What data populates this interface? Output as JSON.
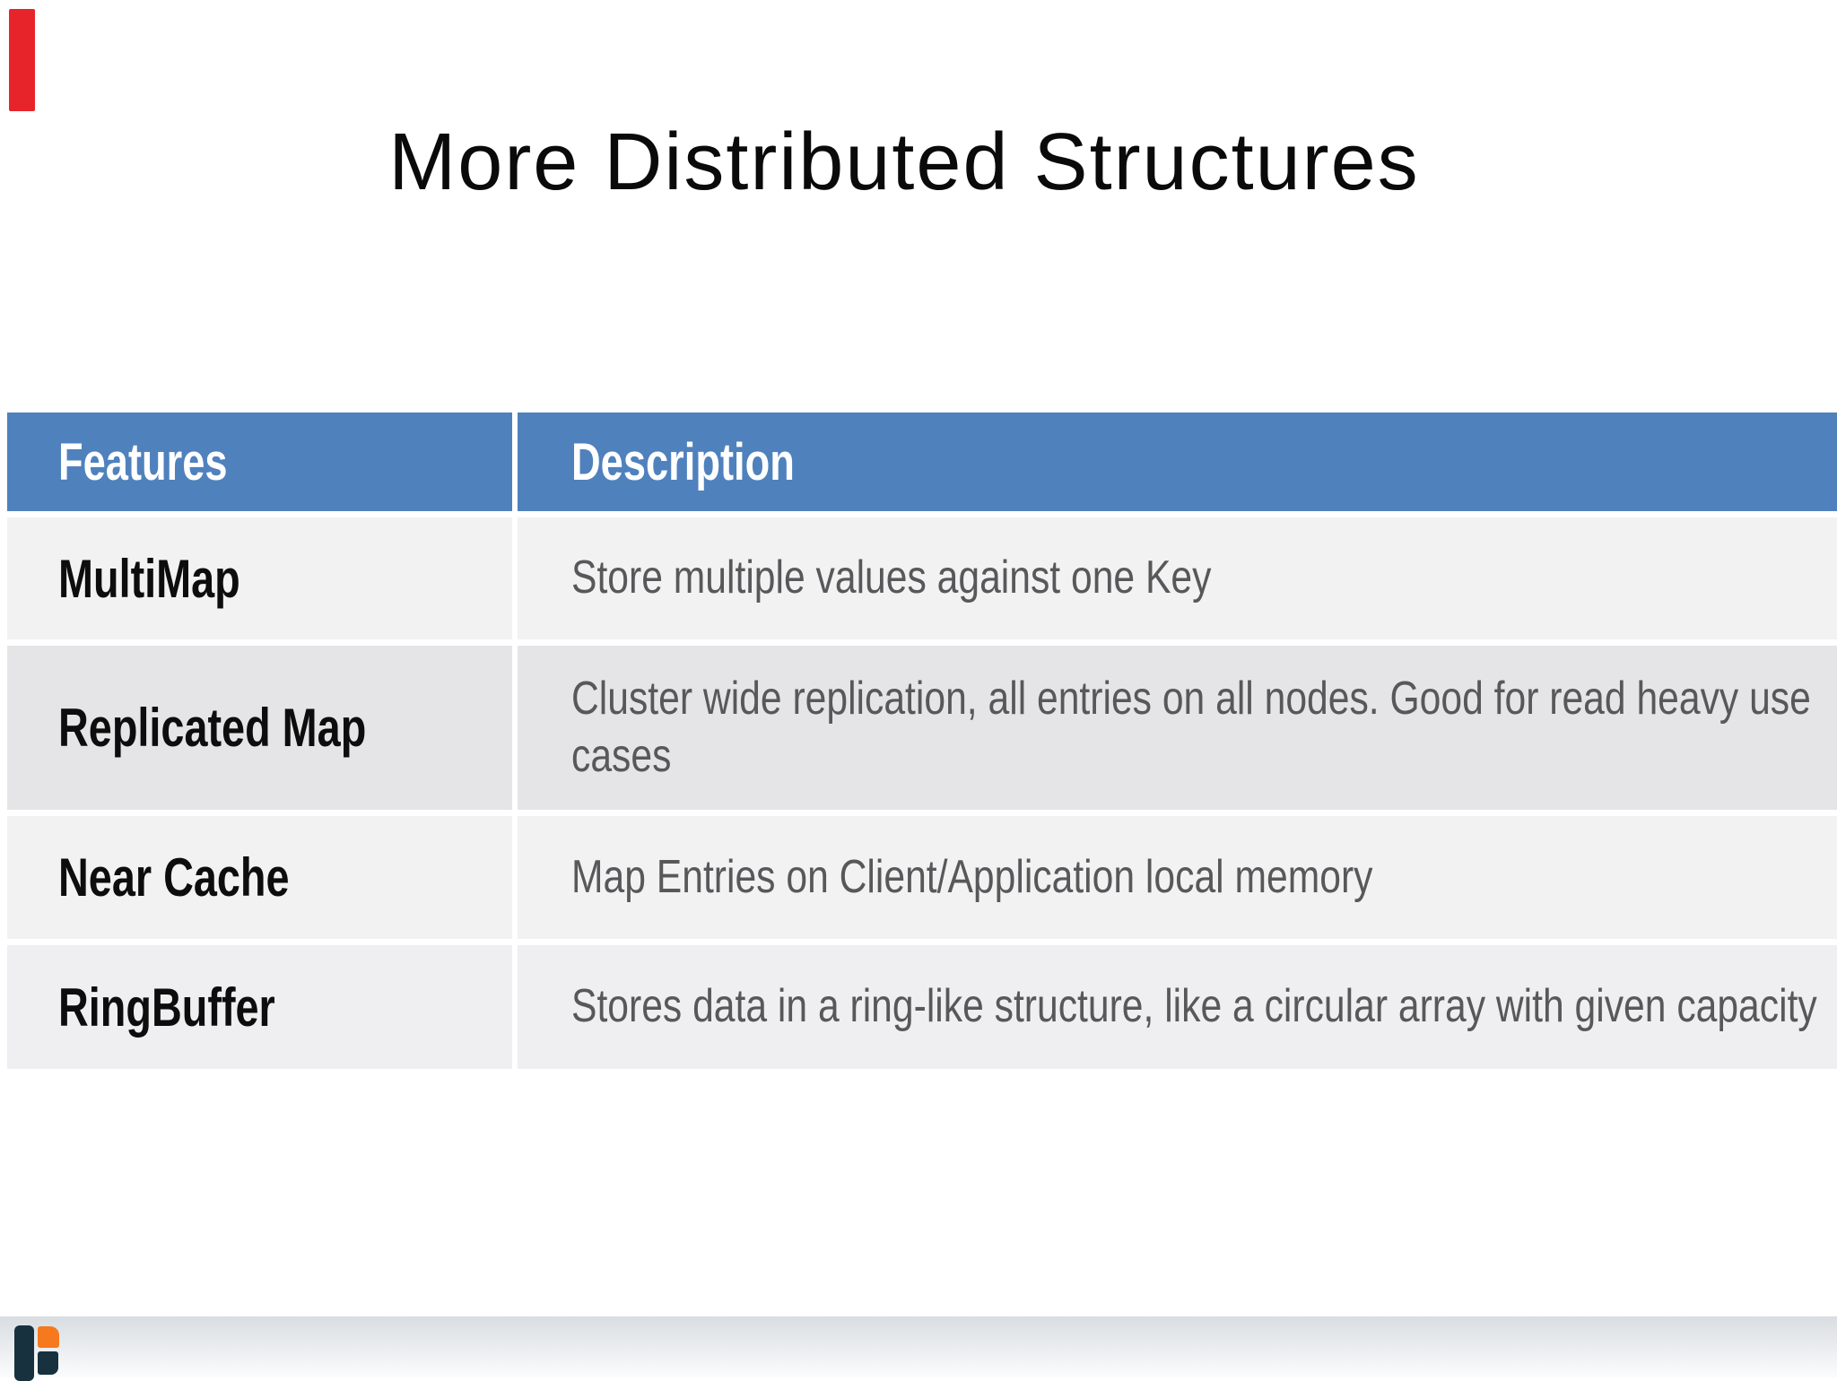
{
  "slide": {
    "title": "More Distributed Structures",
    "table": {
      "headers": [
        "Features",
        "Description"
      ],
      "rows": [
        {
          "feature": "MultiMap",
          "description": "Store multiple values against one Key"
        },
        {
          "feature": "Replicated Map",
          "description": "Cluster wide replication, all entries on all nodes. Good for read heavy use cases"
        },
        {
          "feature": "Near Cache",
          "description": "Map Entries on Client/Application local memory"
        },
        {
          "feature": "RingBuffer",
          "description": "Stores data in a ring-like structure, like a circular array with given capacity"
        }
      ]
    },
    "icons": {
      "logo": "company-logo-mark",
      "accent": "red-accent-bar"
    },
    "colors": {
      "header-bg": "#4f81bd",
      "header-text": "#ffffff",
      "row-light": "#f2f2f3",
      "row-light2": "#efeff1",
      "row-dark": "#e5e4e6",
      "feature-text": "#0d0d0d",
      "description-text": "#58585a",
      "title-text": "#0a0a0a",
      "accent-red": "#e8242b",
      "band-top": "#d8dde1",
      "band-bottom": "#fbfcfd",
      "logo-dark": "#17313e",
      "logo-orange": "#f7791e"
    }
  }
}
